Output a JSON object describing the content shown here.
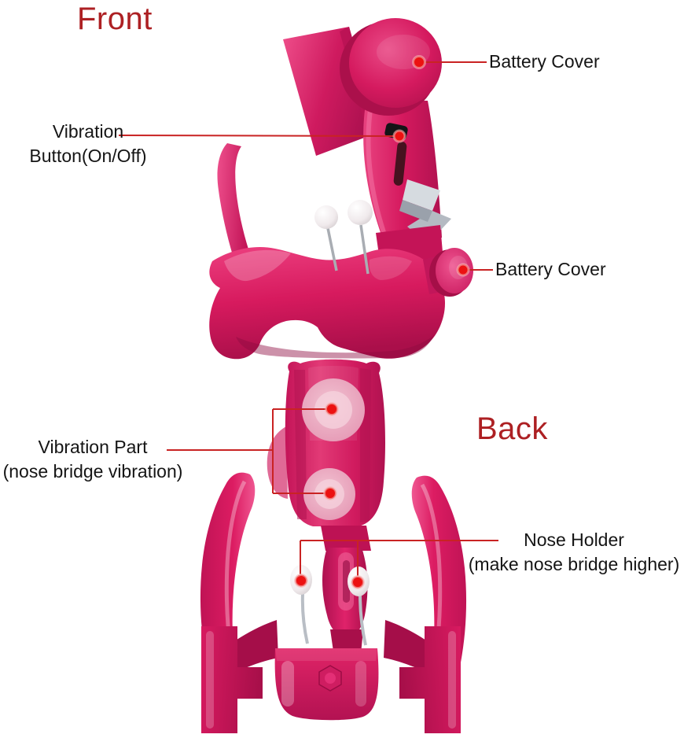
{
  "image_type": "product annotation diagram (nose bridge shaper device, front and back views)",
  "colors": {
    "product_pink": "#d91a5e",
    "product_dark_pink": "#a50f48",
    "annotation_line_red": "#c92323",
    "annotation_dot_red": "#ec1111",
    "title_red": "#ad2023",
    "label_black": "#151515",
    "background": "#ffffff"
  },
  "front": {
    "title": "Front",
    "labels": {
      "battery_cover_top": "Battery Cover",
      "vibration_button": {
        "line1": "Vibration",
        "line2": "Button(On/Off)"
      },
      "battery_cover_side": "Battery Cover"
    }
  },
  "back": {
    "title": "Back",
    "labels": {
      "vibration_part": {
        "line1": "Vibration Part",
        "line2": "(nose bridge vibration)"
      },
      "nose_holder": {
        "line1": "Nose Holder",
        "line2": "(make nose bridge higher)"
      }
    }
  }
}
